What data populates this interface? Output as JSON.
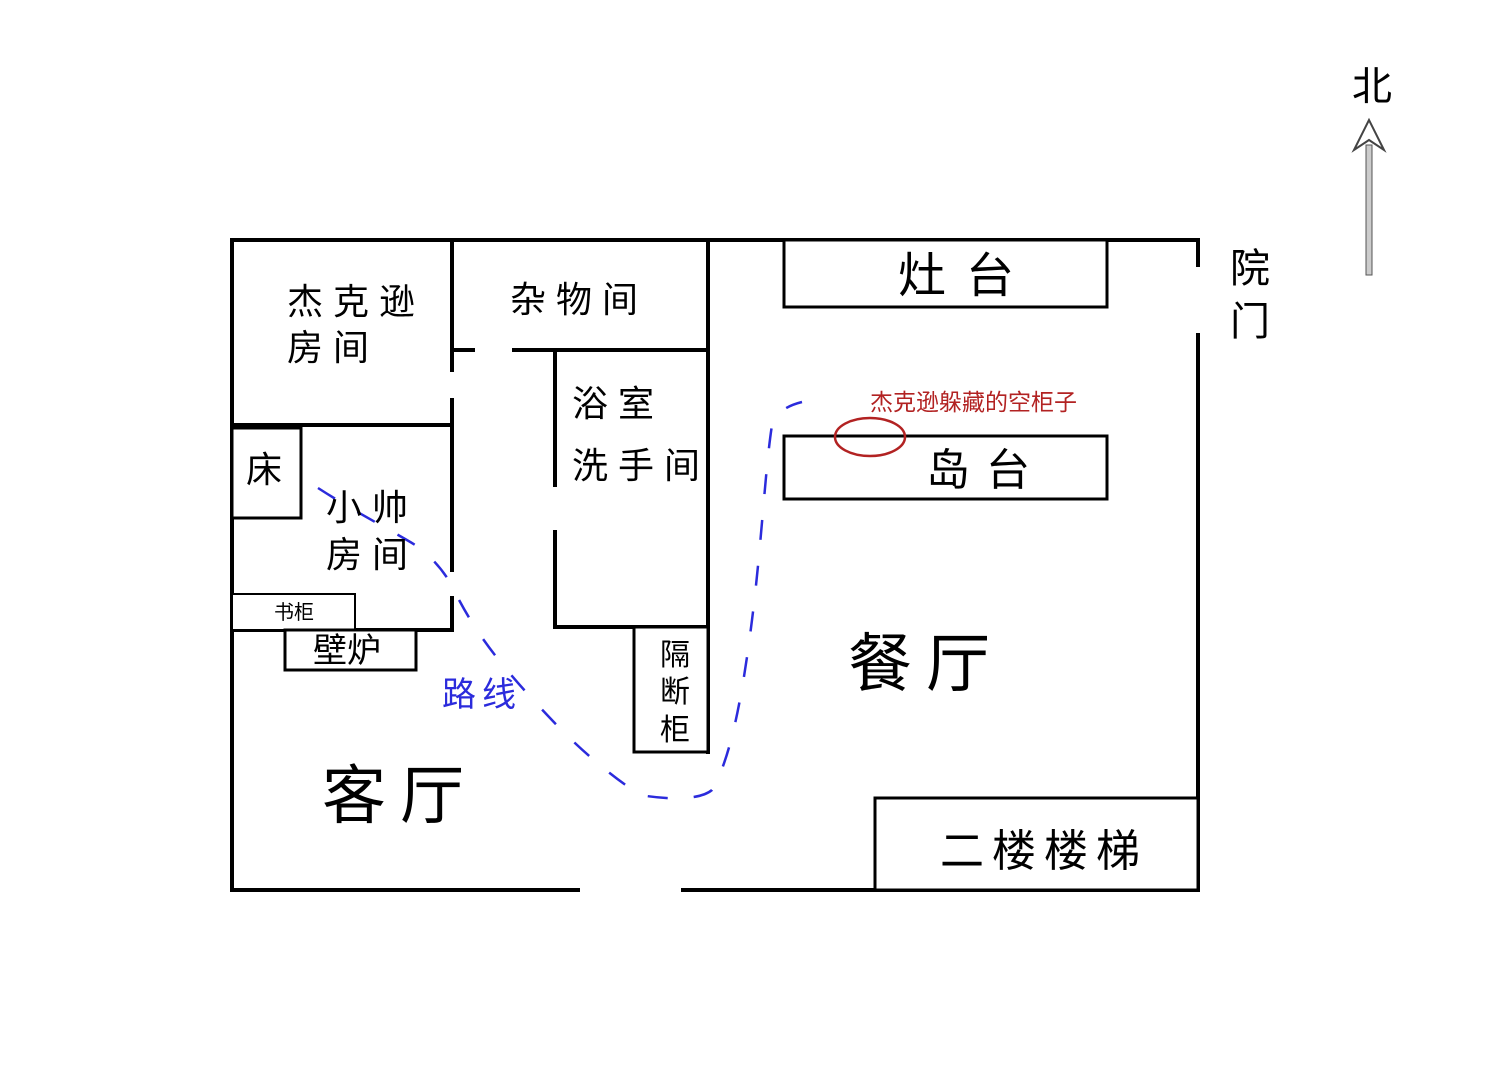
{
  "compass": {
    "north_label": "北"
  },
  "gate": {
    "label_line1": "院",
    "label_line2": "门"
  },
  "rooms": {
    "jackson_room": {
      "line1": "杰克逊",
      "line2": "房间"
    },
    "storage_room": "杂物间",
    "bathroom": {
      "line1": "浴室",
      "line2": "洗手间"
    },
    "bed": "床",
    "xiaoshuai_room": {
      "line1": "小帅",
      "line2": "房间"
    },
    "bookcase": "书柜",
    "fireplace": "壁炉",
    "partition_cabinet": {
      "c1": "隔",
      "c2": "断",
      "c3": "柜"
    },
    "living_room": "客厅",
    "stove": "灶台",
    "island": "岛台",
    "dining_room": "餐厅",
    "stairs": "二楼楼梯"
  },
  "route": {
    "label": "路线",
    "color": "#2b2bdc"
  },
  "hiding_spot": {
    "label": "杰克逊躲藏的空柜子",
    "color": "#b22222"
  }
}
